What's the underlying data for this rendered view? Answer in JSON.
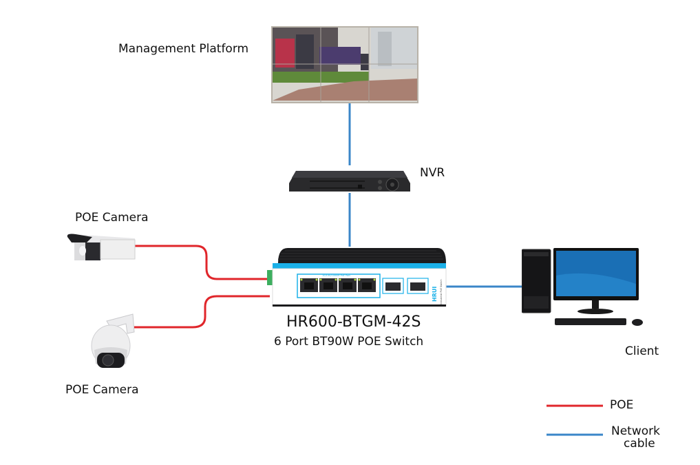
{
  "diagram": {
    "nodes": {
      "management_platform": {
        "label": "Management Platform"
      },
      "nvr": {
        "label": "NVR"
      },
      "camera_bullet": {
        "label": "POE Camera"
      },
      "camera_dome": {
        "label": "POE Camera"
      },
      "switch": {
        "model": "HR600-BTGM-42S",
        "description": "6 Port BT90W POE Switch",
        "panel_text": "10/100/1000M PoE Port",
        "brand": "HRUI",
        "side_text": "Industrial PoE Switch",
        "rj45_ports": 4,
        "sfp_ports": 2
      },
      "client": {
        "label": "Client"
      }
    },
    "legend": [
      {
        "label": "POE",
        "color": "#e0262b"
      },
      {
        "label": "Network cable",
        "line1": "Network",
        "line2": "cable",
        "color": "#3a86c8"
      }
    ],
    "connections": [
      {
        "from": "management_platform",
        "to": "nvr",
        "type": "Network cable"
      },
      {
        "from": "nvr",
        "to": "switch",
        "type": "Network cable"
      },
      {
        "from": "camera_bullet",
        "to": "switch",
        "type": "POE"
      },
      {
        "from": "camera_dome",
        "to": "switch",
        "type": "POE"
      },
      {
        "from": "switch",
        "to": "client",
        "type": "Network cable"
      }
    ]
  }
}
